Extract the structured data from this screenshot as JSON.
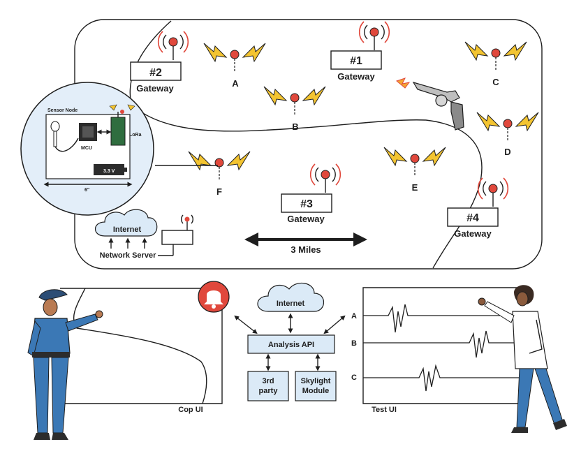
{
  "map": {
    "gateways": [
      {
        "id": "#1",
        "label": "Gateway"
      },
      {
        "id": "#2",
        "label": "Gateway"
      },
      {
        "id": "#3",
        "label": "Gateway"
      },
      {
        "id": "#4",
        "label": "Gateway"
      }
    ],
    "sensors": [
      "A",
      "B",
      "C",
      "D",
      "E",
      "F"
    ],
    "scale_label": "3 Miles",
    "internet_label": "Internet",
    "server_label": "Network Server"
  },
  "sensor_node": {
    "title": "Sensor Node",
    "mcu": "MCU",
    "lora": "LoRa",
    "battery": "3.3 V",
    "width": "6\""
  },
  "analysis": {
    "internet": "Internet",
    "api": "Analysis API",
    "third_party": [
      "3rd",
      "party"
    ],
    "skylight": [
      "Skylight",
      "Module"
    ]
  },
  "cop_ui": {
    "label": "Cop UI"
  },
  "test_ui": {
    "label": "Test UI",
    "channels": [
      "A",
      "B",
      "C"
    ]
  },
  "colors": {
    "accent_red": "#e0483c",
    "light_blue": "#dbeaf7",
    "uniform_blue": "#3b78b5",
    "ink": "#1e1e1e"
  }
}
